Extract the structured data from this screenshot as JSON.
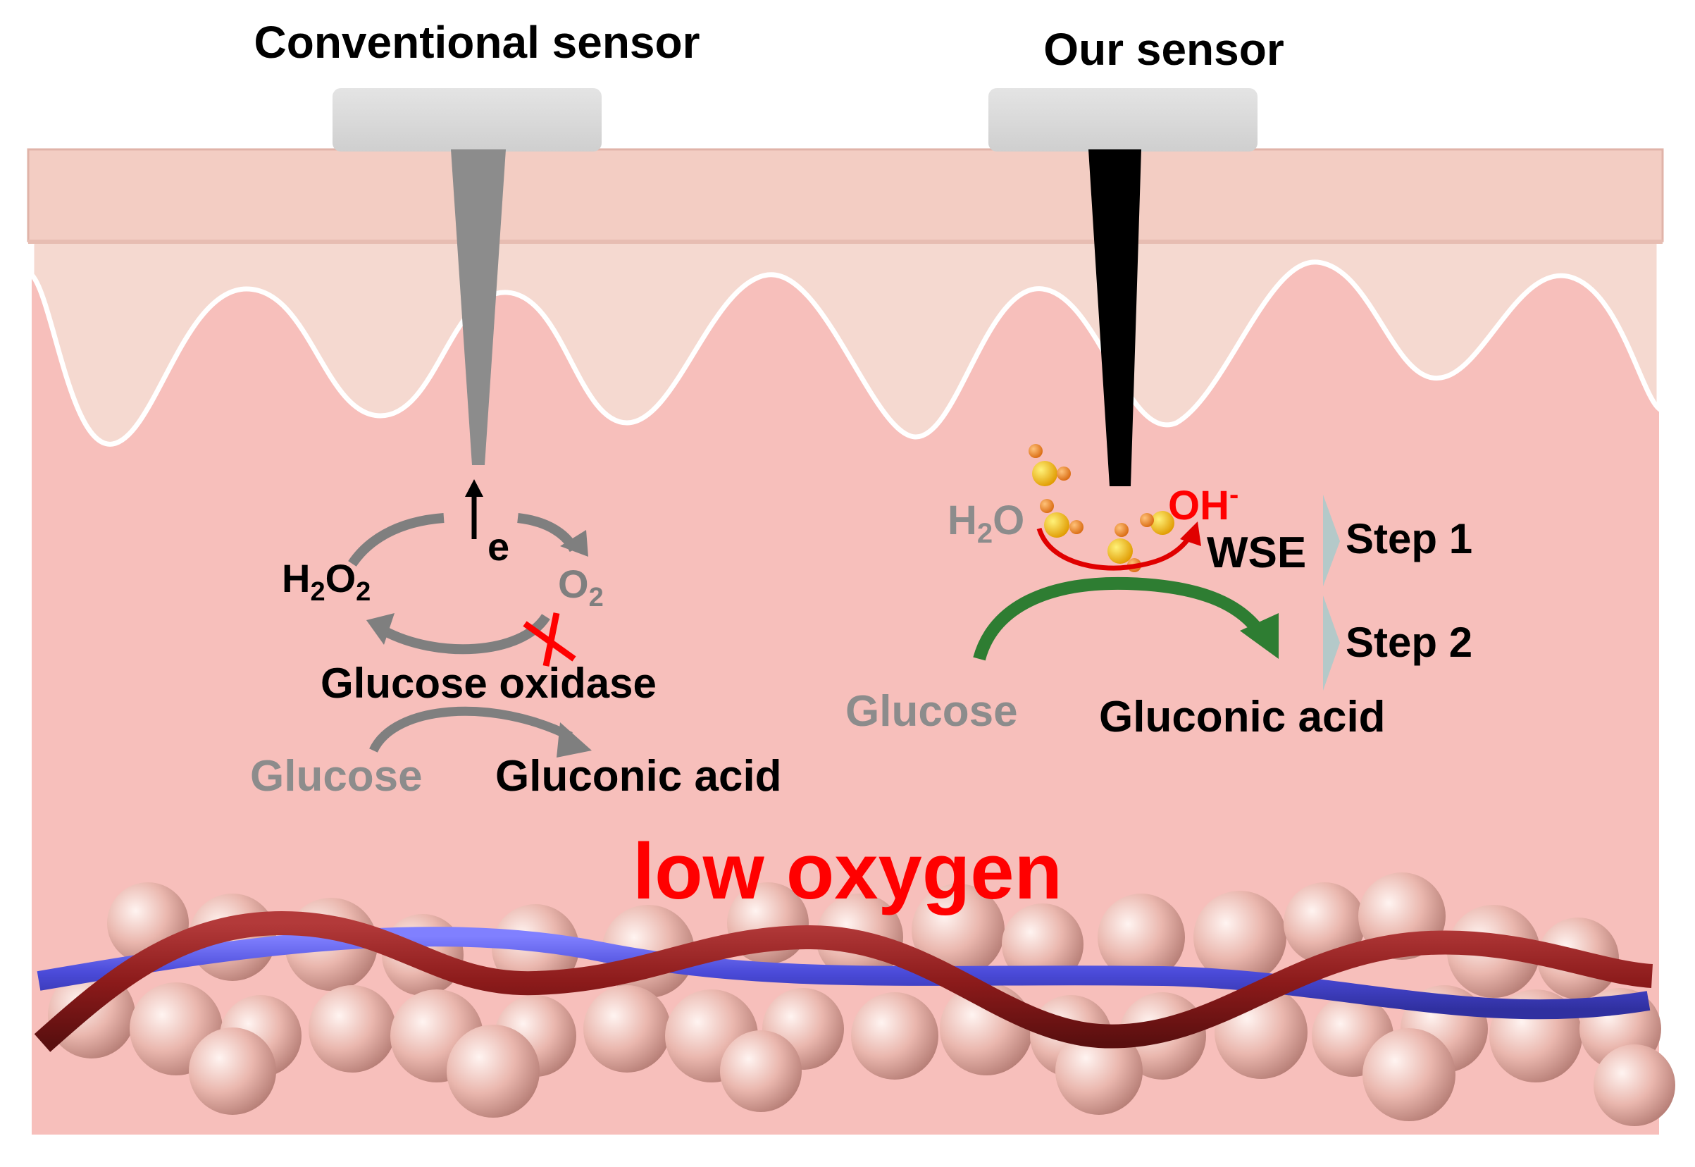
{
  "titles": {
    "conventional": "Conventional sensor",
    "ours": "Our sensor"
  },
  "conventional": {
    "electron": "e",
    "h2o2_main": "H",
    "h2o2_sub1": "2",
    "h2o2_o": "O",
    "h2o2_sub2": "2",
    "o2_main": "O",
    "o2_sub": "2",
    "enzyme": "Glucose oxidase",
    "reactant": "Glucose",
    "product": "Gluconic acid"
  },
  "ours": {
    "water_h": "H",
    "water_sub": "2",
    "water_o": "O",
    "hydroxide": "OH",
    "hydroxide_charge": "-",
    "electrode": "WSE",
    "step1": "Step 1",
    "step2": "Step 2",
    "reactant": "Glucose",
    "product": "Gluconic acid"
  },
  "condition": "low oxygen",
  "colors": {
    "tissue": "#f7bfbb",
    "epidermis": "#f5d9d0",
    "stratum_corneum": "#f3cdc3",
    "electrode_pad": "#d9d9d9",
    "conventional_needle": "#8c8c8c",
    "our_needle": "#000000",
    "grey_arrow": "#7f7f7f",
    "green_arrow": "#2e7d32",
    "red": "#ff0000",
    "vein": "#5b5be6",
    "artery": "#8b1a1a"
  }
}
